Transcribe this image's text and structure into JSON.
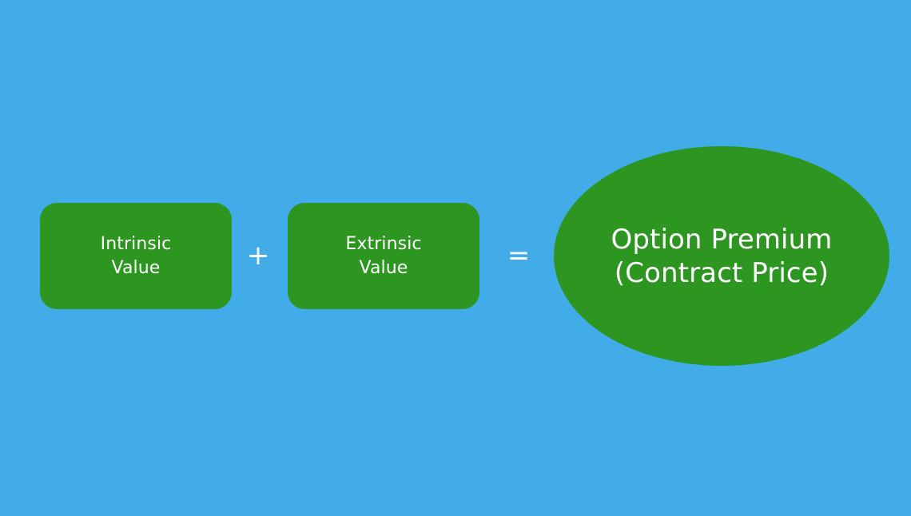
{
  "diagram": {
    "type": "equation-diagram",
    "background_color": "#42ACE8",
    "shape_color": "#2C9620",
    "text_color": "#FFFFFF",
    "title": "",
    "terms": [
      {
        "id": "intrinsic-value",
        "shape": "rounded-rectangle",
        "label": "Intrinsic\nValue"
      },
      {
        "id": "extrinsic-value",
        "shape": "rounded-rectangle",
        "label": "Extrinsic\nValue"
      },
      {
        "id": "option-premium",
        "shape": "ellipse",
        "label": "Option Premium\n(Contract Price)"
      }
    ],
    "operators": {
      "plus": "+",
      "equals": "="
    }
  }
}
